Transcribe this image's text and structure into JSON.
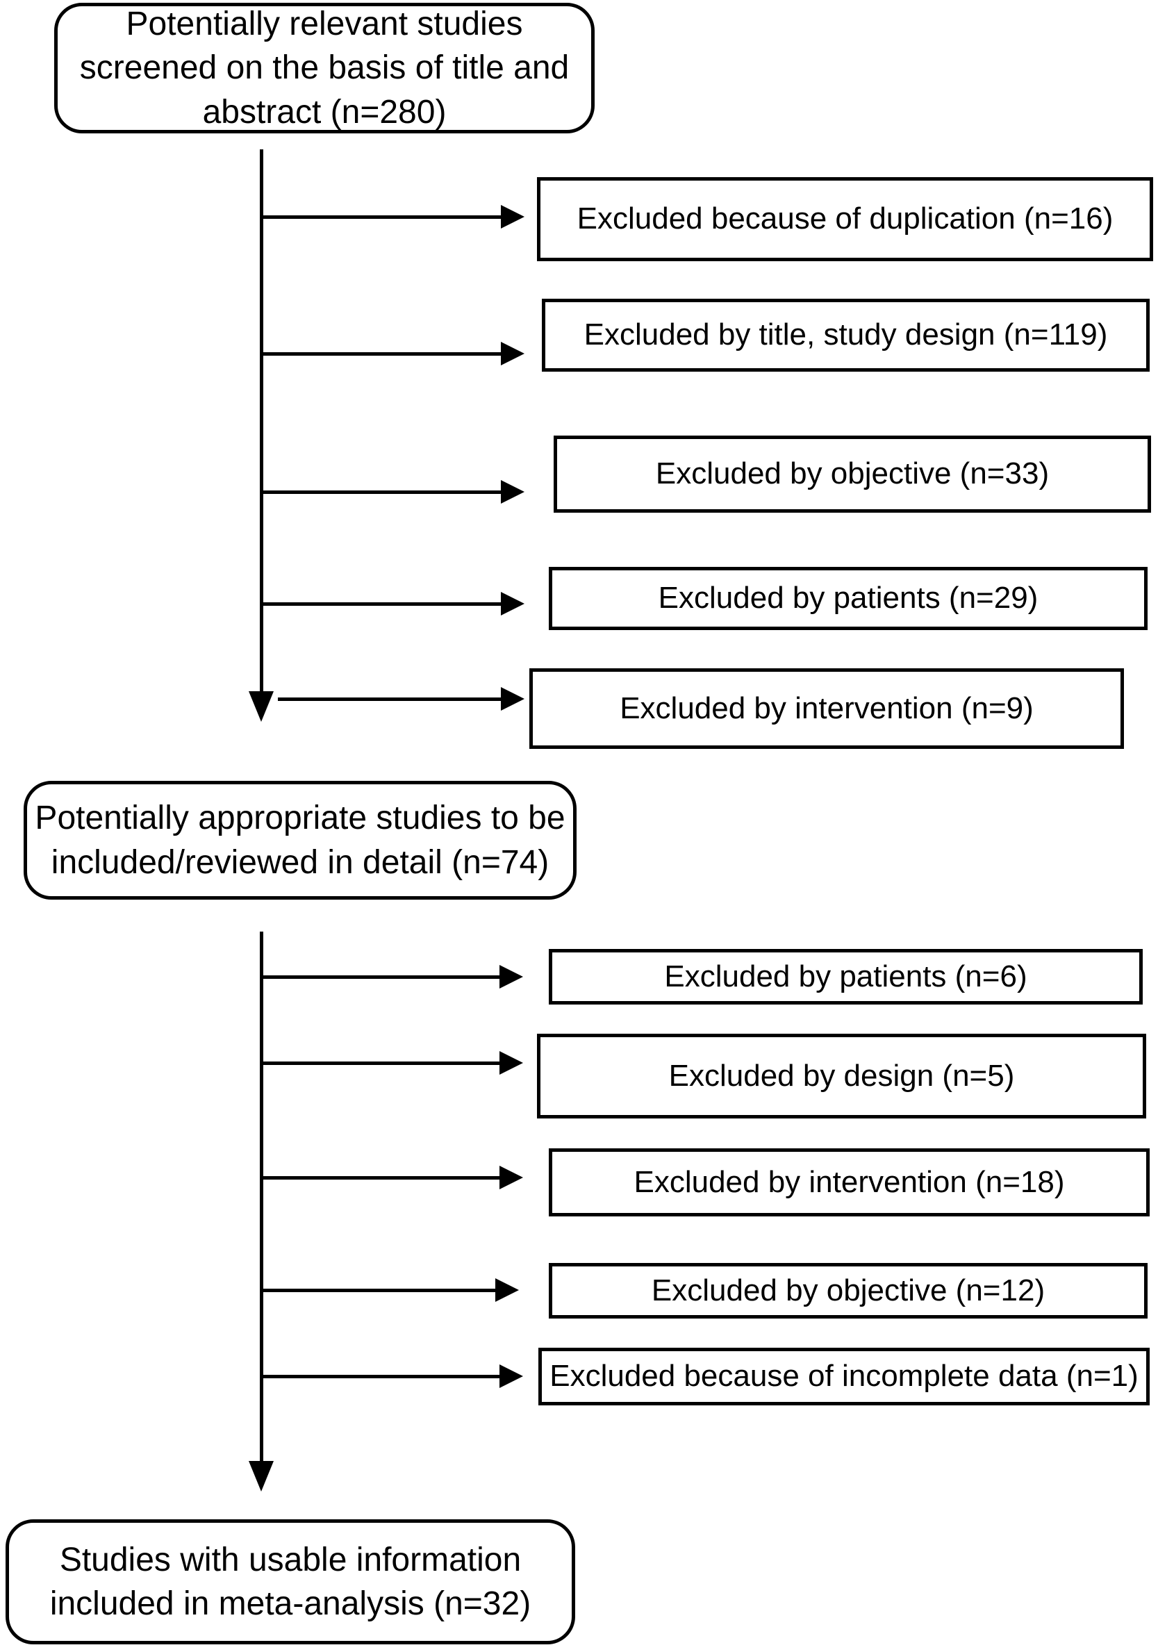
{
  "diagram": {
    "type": "study-selection-flowchart",
    "colors": {
      "background": "#ffffff",
      "box_fill": "#ffffff",
      "box_border": "#000000",
      "text": "#000000",
      "arrow": "#000000"
    },
    "stages": [
      {
        "id": "screened",
        "label": "Potentially relevant studies\nscreened on the basis of title and\nabstract (n=280)",
        "n": 280
      },
      {
        "id": "reviewed",
        "label": "Potentially appropriate studies to be\nincluded/reviewed in detail  (n=74)",
        "n": 74
      },
      {
        "id": "included",
        "label": "Studies with usable information\nincluded in meta-analysis (n=32)",
        "n": 32
      }
    ],
    "exclusions_stage1": [
      {
        "label": "Excluded because of duplication (n=16)",
        "n": 16
      },
      {
        "label": "Excluded by title, study design (n=119)",
        "n": 119
      },
      {
        "label": "Excluded by objective (n=33)",
        "n": 33
      },
      {
        "label": "Excluded by patients (n=29)",
        "n": 29
      },
      {
        "label": "Excluded by intervention (n=9)",
        "n": 9
      }
    ],
    "exclusions_stage2": [
      {
        "label": "Excluded by patients (n=6)",
        "n": 6
      },
      {
        "label": "Excluded by design (n=5)",
        "n": 5
      },
      {
        "label": "Excluded by intervention (n=18)",
        "n": 18
      },
      {
        "label": "Excluded by objective (n=12)",
        "n": 12
      },
      {
        "label": "Excluded because of incomplete data (n=1)",
        "n": 1
      }
    ]
  }
}
